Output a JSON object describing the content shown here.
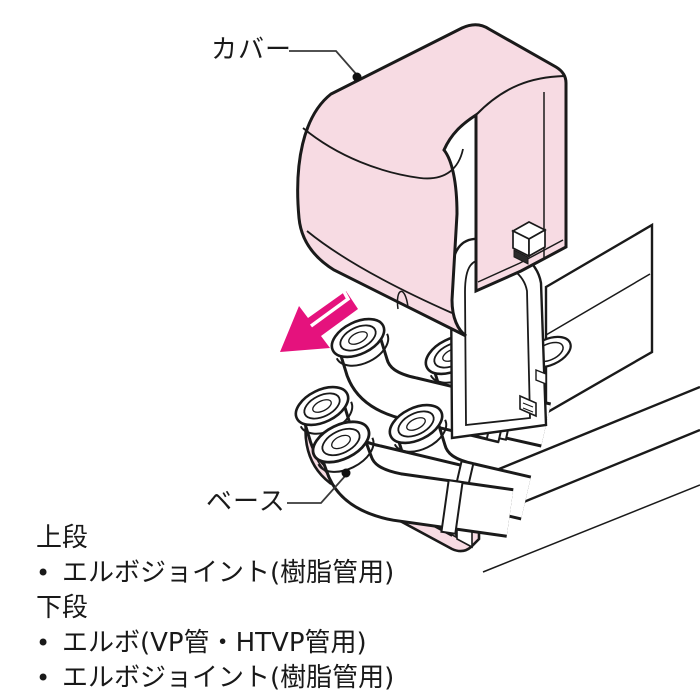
{
  "illustration": {
    "cover_label": "カバー",
    "base_label": "ベース",
    "colors": {
      "part_pink": "#f7dbe3",
      "arrow_magenta": "#e5127d",
      "outline_black": "#1a1a1a",
      "leader_gray": "#3a3a3a"
    },
    "parts": {
      "cover": "corner-duct-cover",
      "base": "corner-duct-base",
      "pipes": "elbow-joints-two-rows",
      "duct": "existing-duct-right"
    }
  },
  "notes": {
    "bullet": "•",
    "sections": [
      {
        "header": "上段",
        "items": [
          "エルボジョイント(樹脂管用)"
        ]
      },
      {
        "header": "下段",
        "items": [
          "エルボ(VP管・HTVP管用)",
          "エルボジョイント(樹脂管用)"
        ]
      }
    ]
  }
}
